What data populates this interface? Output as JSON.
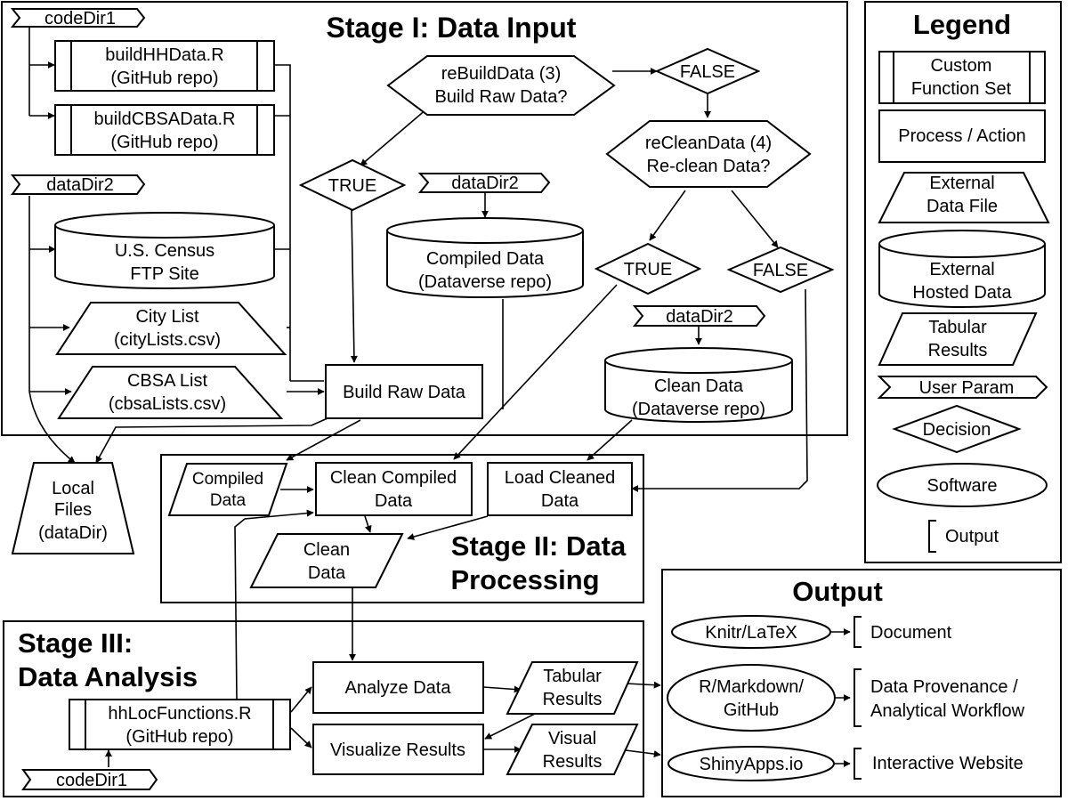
{
  "stages": {
    "input": "Stage I: Data Input",
    "processing": [
      "Stage II: Data",
      "Processing"
    ],
    "analysis": [
      "Stage III:",
      "Data Analysis"
    ]
  },
  "params": {
    "code_dir_1": "codeDir1",
    "data_dir_2": "dataDir2"
  },
  "stage_input": {
    "build_hh": [
      "buildHHData.R",
      "(GitHub repo)"
    ],
    "build_cbsa": [
      "buildCBSAData.R",
      "(GitHub repo)"
    ],
    "census": [
      "U.S. Census",
      "FTP Site"
    ],
    "city_list": [
      "City List",
      "(cityLists.csv)"
    ],
    "cbsa_list": [
      "CBSA List",
      "(cbsaLists.csv)"
    ],
    "rebuild_decision": [
      "reBuildData (3)",
      "Build Raw Data?"
    ],
    "true_label": "TRUE",
    "false_label": "FALSE",
    "compiled_repo": [
      "Compiled Data",
      "(Dataverse repo)"
    ],
    "reclean_decision": [
      "reCleanData (4)",
      "Re-clean Data?"
    ],
    "clean_repo": [
      "Clean Data",
      "(Dataverse repo)"
    ],
    "build_raw": "Build Raw Data"
  },
  "local_files": [
    "Local",
    "Files",
    "(dataDir)"
  ],
  "stage_processing": {
    "compiled_data": [
      "Compiled",
      "Data"
    ],
    "clean_compiled": [
      "Clean Compiled",
      "Data"
    ],
    "load_cleaned": [
      "Load Cleaned",
      "Data"
    ],
    "clean_data": [
      "Clean",
      "Data"
    ]
  },
  "stage_analysis": {
    "analyze": "Analyze Data",
    "visualize": "Visualize Results",
    "hhloc": [
      "hhLocFunctions.R",
      "(GitHub repo)"
    ],
    "tabular": [
      "Tabular",
      "Results"
    ],
    "visual": [
      "Visual",
      "Results"
    ]
  },
  "output": {
    "title": "Output",
    "knitr": "Knitr/LaTeX",
    "document": "Document",
    "rmarkdown": [
      "R/Markdown/",
      "GitHub"
    ],
    "provenance": [
      "Data Provenance /",
      "Analytical Workflow"
    ],
    "shiny": "ShinyApps.io",
    "website": "Interactive Website"
  },
  "legend": {
    "title": "Legend",
    "custom_function": [
      "Custom",
      "Function Set"
    ],
    "process": "Process / Action",
    "external_file": [
      "External",
      "Data File"
    ],
    "external_hosted": [
      "External",
      "Hosted Data"
    ],
    "tabular": [
      "Tabular",
      "Results"
    ],
    "user_param": "User Param",
    "decision": "Decision",
    "software": "Software",
    "output": "Output"
  }
}
